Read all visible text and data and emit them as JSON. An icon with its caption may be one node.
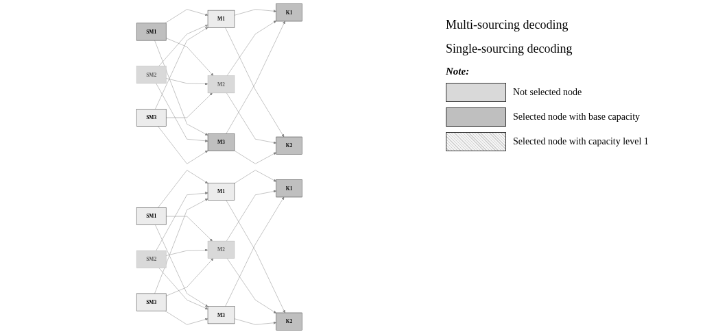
{
  "diagram": {
    "nodes": [
      {
        "text": [
          "SM1"
        ]
      },
      {
        "text": [
          "SM2"
        ]
      },
      {
        "text": [
          "SM3"
        ]
      },
      {
        "text": [
          "M1"
        ]
      },
      {
        "text": [
          "M2"
        ]
      },
      {
        "text": [
          "M3"
        ]
      },
      {
        "text": [
          "K1"
        ]
      },
      {
        "text": [
          "K2"
        ]
      },
      {
        "text": [
          "SM1"
        ]
      },
      {
        "text": [
          "SM2"
        ]
      },
      {
        "text": [
          "SM3"
        ]
      },
      {
        "text": [
          "M1"
        ]
      },
      {
        "text": [
          "M2"
        ]
      },
      {
        "text": [
          "M3"
        ]
      },
      {
        "text": [
          "K1"
        ]
      },
      {
        "text": [
          "K2"
        ]
      }
    ],
    "edges": [
      {
        "from": 0,
        "to": 3,
        "arrow": "to"
      },
      {
        "from": 0,
        "to": 4,
        "arrow": "to"
      },
      {
        "from": 0,
        "to": 5,
        "arrow": "to"
      },
      {
        "from": 1,
        "to": 3,
        "arrow": "to"
      },
      {
        "from": 1,
        "to": 4,
        "arrow": "to"
      },
      {
        "from": 1,
        "to": 5,
        "arrow": "to"
      },
      {
        "from": 2,
        "to": 3,
        "arrow": "to"
      },
      {
        "from": 2,
        "to": 4,
        "arrow": "to"
      },
      {
        "from": 2,
        "to": 5,
        "arrow": "to"
      },
      {
        "from": 3,
        "to": 6,
        "arrow": "to"
      },
      {
        "from": 3,
        "to": 7,
        "arrow": "to"
      },
      {
        "from": 4,
        "to": 6,
        "arrow": "to"
      },
      {
        "from": 4,
        "to": 7,
        "arrow": "to"
      },
      {
        "from": 5,
        "to": 6,
        "arrow": "to"
      },
      {
        "from": 5,
        "to": 7,
        "arrow": "to"
      },
      {
        "from": 8,
        "to": 11,
        "arrow": "to"
      },
      {
        "from": 8,
        "to": 12,
        "arrow": "to"
      },
      {
        "from": 8,
        "to": 13,
        "arrow": "to"
      },
      {
        "from": 9,
        "to": 11,
        "arrow": "to"
      },
      {
        "from": 9,
        "to": 12,
        "arrow": "to"
      },
      {
        "from": 9,
        "to": 13,
        "arrow": "to"
      },
      {
        "from": 10,
        "to": 11,
        "arrow": "to"
      },
      {
        "from": 10,
        "to": 12,
        "arrow": "to"
      },
      {
        "from": 10,
        "to": 13,
        "arrow": "to"
      },
      {
        "from": 11,
        "to": 14,
        "arrow": "to"
      },
      {
        "from": 11,
        "to": 15,
        "arrow": "to"
      },
      {
        "from": 12,
        "to": 14,
        "arrow": "to"
      },
      {
        "from": 12,
        "to": 15,
        "arrow": "to"
      },
      {
        "from": 13,
        "to": 14,
        "arrow": "to"
      },
      {
        "from": 13,
        "to": 15,
        "arrow": "to"
      }
    ],
    "labels": [
      "Multi-sourcing decoding",
      "Single-sourcing decoding",
      "Note:"
    ],
    "legend": [
      {
        "text": "Not selected node",
        "color": "#d9d9d9"
      },
      {
        "text": "Selected node with base capacity",
        "color": "#bfbfbf"
      },
      {
        "text": "Selected node with capacity level 1"
      }
    ]
  }
}
